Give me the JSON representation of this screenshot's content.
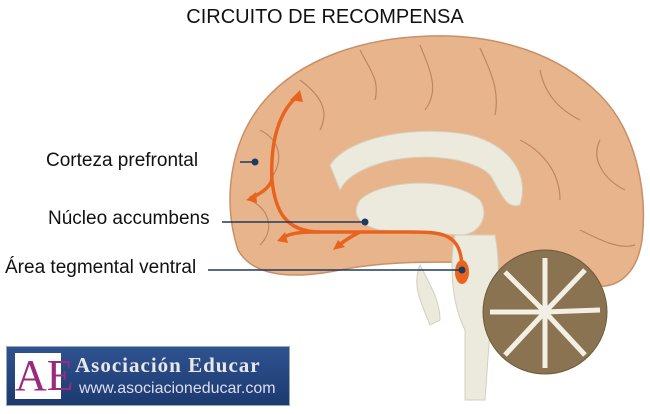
{
  "title": "CIRCUITO DE RECOMPENSA",
  "labels": {
    "prefrontal": "Corteza prefrontal",
    "accumbens": "Núcleo accumbens",
    "vta": "Área tegmental ventral"
  },
  "logo": {
    "mark": "AE",
    "name": "Asociación Educar",
    "url": "www.asociacioneducar.com"
  },
  "colors": {
    "brain": "#e8b48c",
    "pathway": "#e8641e",
    "leader": "#1f3a5f",
    "structure": "#ece9dd"
  }
}
